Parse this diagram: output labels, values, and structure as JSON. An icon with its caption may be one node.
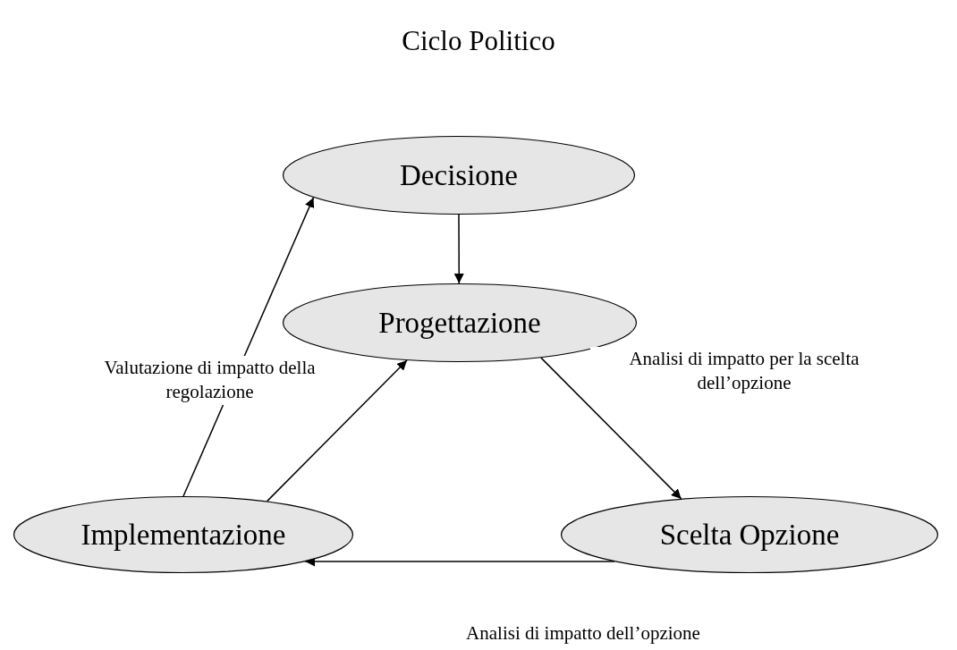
{
  "diagram": {
    "title": "Ciclo Politico",
    "nodes": [
      {
        "text": [
          "Decisione"
        ]
      },
      {
        "text": [
          "Progettazione"
        ]
      },
      {
        "text": [
          "Implementazione"
        ]
      },
      {
        "text": [
          "Scelta Opzione"
        ]
      }
    ],
    "edges": [
      {
        "from": 0,
        "to": 1,
        "arrow": "to"
      },
      {
        "from": 2,
        "to": 0,
        "arrow": "to",
        "label": "Valutazione di impatto della regolazione"
      },
      {
        "from": 2,
        "to": 1,
        "arrow": "to"
      },
      {
        "from": 1,
        "to": 3,
        "arrow": "to",
        "label": "Analisi di impatto per la scelta dell’opzione"
      },
      {
        "from": 3,
        "to": 2,
        "arrow": "to",
        "label": "Analisi di impatto dell’opzione"
      }
    ]
  }
}
